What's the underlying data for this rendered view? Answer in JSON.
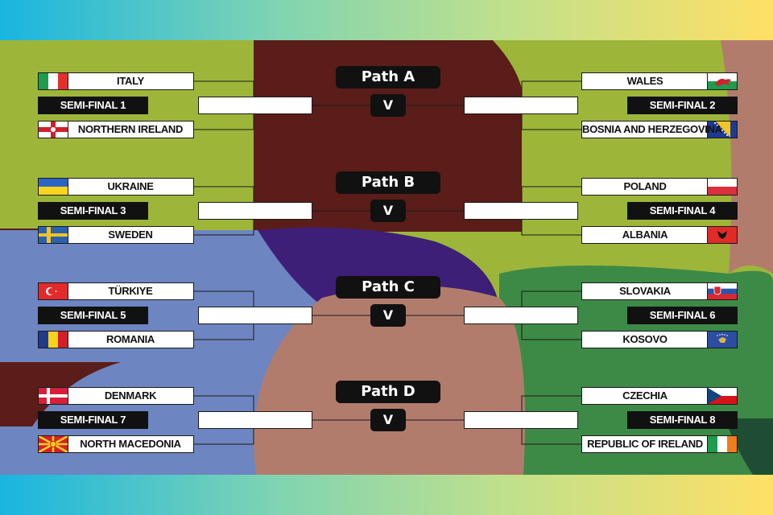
{
  "paths": [
    {
      "label": "Path A",
      "vs": "V",
      "left": {
        "team1": "ITALY",
        "semi": "SEMI-FINAL 1",
        "team2": "NORTHERN IRELAND",
        "flag1": "italy-flag",
        "flag2": "northern-ireland-flag"
      },
      "right": {
        "team1": "WALES",
        "semi": "SEMI-FINAL 2",
        "team2": "BOSNIA AND HERZEGOVINA",
        "flag1": "wales-flag",
        "flag2": "bosnia-flag"
      }
    },
    {
      "label": "Path B",
      "vs": "V",
      "left": {
        "team1": "UKRAINE",
        "semi": "SEMI-FINAL 3",
        "team2": "SWEDEN",
        "flag1": "ukraine-flag",
        "flag2": "sweden-flag"
      },
      "right": {
        "team1": "POLAND",
        "semi": "SEMI-FINAL 4",
        "team2": "ALBANIA",
        "flag1": "poland-flag",
        "flag2": "albania-flag"
      }
    },
    {
      "label": "Path C",
      "vs": "V",
      "left": {
        "team1": "TÜRKIYE",
        "semi": "SEMI-FINAL 5",
        "team2": "ROMANIA",
        "flag1": "turkey-flag",
        "flag2": "romania-flag"
      },
      "right": {
        "team1": "SLOVAKIA",
        "semi": "SEMI-FINAL 6",
        "team2": "KOSOVO",
        "flag1": "slovakia-flag",
        "flag2": "kosovo-flag"
      }
    },
    {
      "label": "Path D",
      "vs": "V",
      "left": {
        "team1": "DENMARK",
        "semi": "SEMI-FINAL 7",
        "team2": "NORTH MACEDONIA",
        "flag1": "denmark-flag",
        "flag2": "north-macedonia-flag"
      },
      "right": {
        "team1": "CZECHIA",
        "semi": "SEMI-FINAL 8",
        "team2": "REPUBLIC OF IRELAND",
        "flag1": "czechia-flag",
        "flag2": "ireland-flag"
      }
    }
  ],
  "colors": {
    "olive": "#9db63a",
    "maroon": "#5a1d19",
    "blue": "#6d85c0",
    "indigo": "#3d1f77",
    "clay": "#b27c6d",
    "green": "#3d8a47",
    "gradient": [
      "#19b5e0",
      "#ffe066"
    ]
  }
}
